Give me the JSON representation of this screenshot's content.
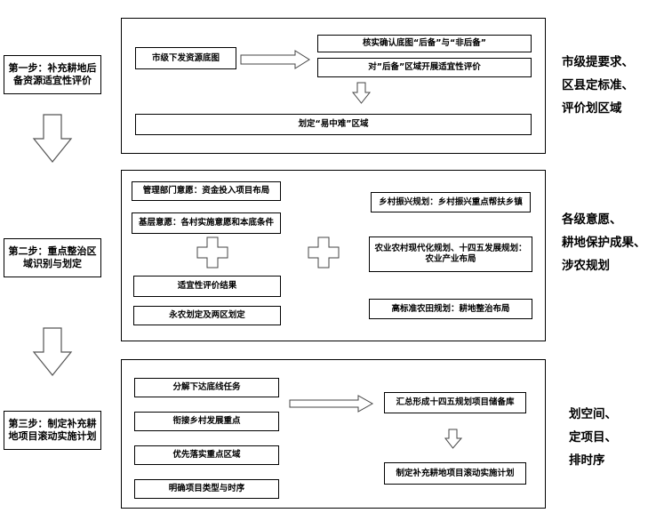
{
  "steps": [
    {
      "label": "第一步：补充耕地后备资源适宜性评价",
      "boxes": {
        "a": "市级下发资源底图",
        "b": "核实确认底图“后备”与“非后备”",
        "c": "对”后备”区域开展适宜性评价",
        "d": "划定“易中难”区域"
      },
      "side": "市级提要求、\n区县定标准、\n评价划区域"
    },
    {
      "label": "第二步：重点整治区域识别与划定",
      "boxes": {
        "a": "管理部门意愿：资金投入项目布局",
        "b": "基层意愿：各村实施意愿和本底条件",
        "c": "适宜性评价结果",
        "d": "永农划定及两区划定",
        "e": "乡村振兴规划：乡村振兴重点帮扶乡镇",
        "f": "农业农村现代化规划、十四五发展规划：农业产业布局",
        "g": "高标准农田规划：耕地整治布局"
      },
      "side": "各级意愿、\n耕地保护成果、\n涉农规划"
    },
    {
      "label": "第三步：制定补充耕地项目滚动实施计划",
      "boxes": {
        "a": "分解下达底线任务",
        "b": "衔接乡村发展重点",
        "c": "优先落实重点区域",
        "d": "明确项目类型与时序",
        "e": "汇总形成十四五规划项目储备库",
        "f": "制定补充耕地项目滚动实施计划"
      },
      "side": "划空间、\n定项目、\n排时序"
    }
  ]
}
